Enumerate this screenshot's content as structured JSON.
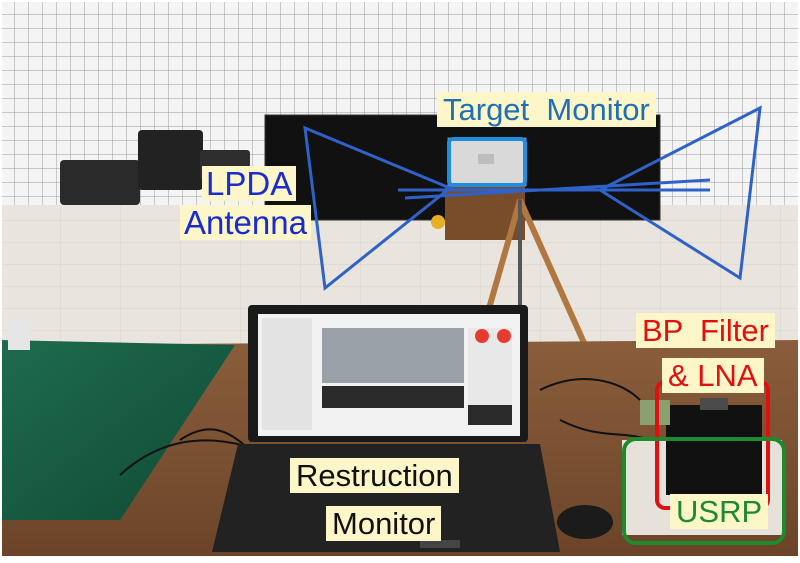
{
  "labels": {
    "target_monitor": "Target  Monitor",
    "lpda_line1": "LPDA",
    "lpda_line2": "Antenna",
    "bp_filter_line1": "BP  Filter",
    "bp_filter_line2": "& LNA",
    "usrp": "USRP",
    "restruction_line1": "Restruction",
    "restruction_line2": "Monitor"
  },
  "colors": {
    "target_monitor_text": "#1f6fb5",
    "lpda_text": "#1a2bd0",
    "bp_filter_text": "#e01010",
    "usrp_text": "#1e8a2e",
    "restruction_text": "#111111",
    "label_background": "#fdf6c8",
    "target_monitor_highlight": "#1e8fe0",
    "bp_filter_highlight": "#e01010",
    "usrp_highlight": "#1e8a2e"
  }
}
